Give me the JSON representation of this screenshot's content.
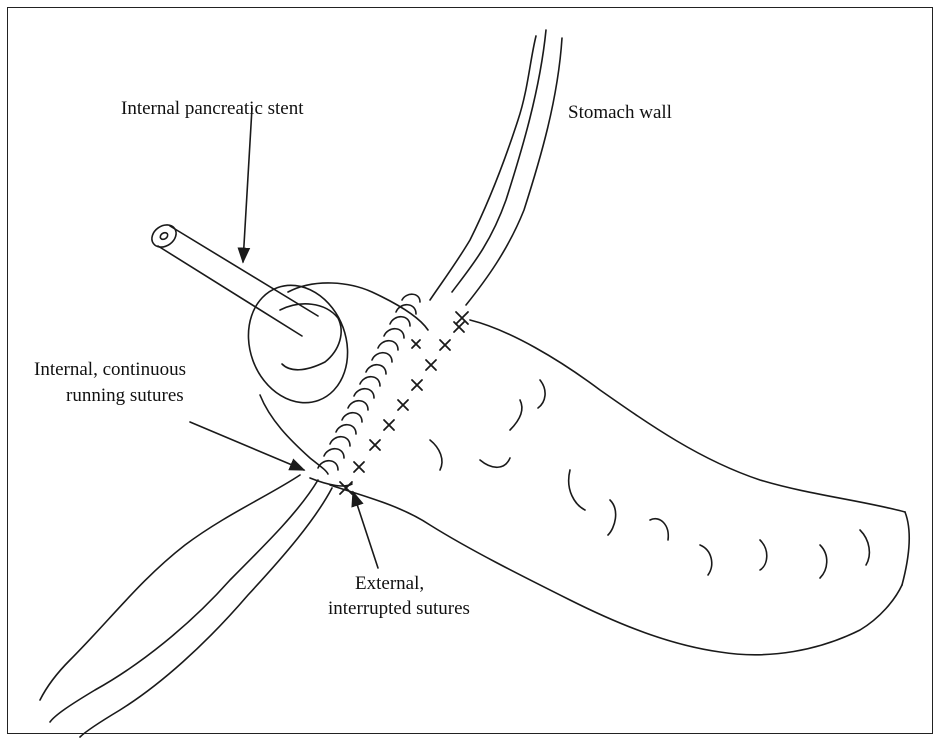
{
  "diagram": {
    "labels": {
      "stent": "Internal pancreatic stent",
      "stomach_wall": "Stomach wall",
      "internal_line1": "Internal, continuous",
      "internal_line2": "running sutures",
      "external_line1": "External,",
      "external_line2": "interrupted sutures"
    }
  }
}
